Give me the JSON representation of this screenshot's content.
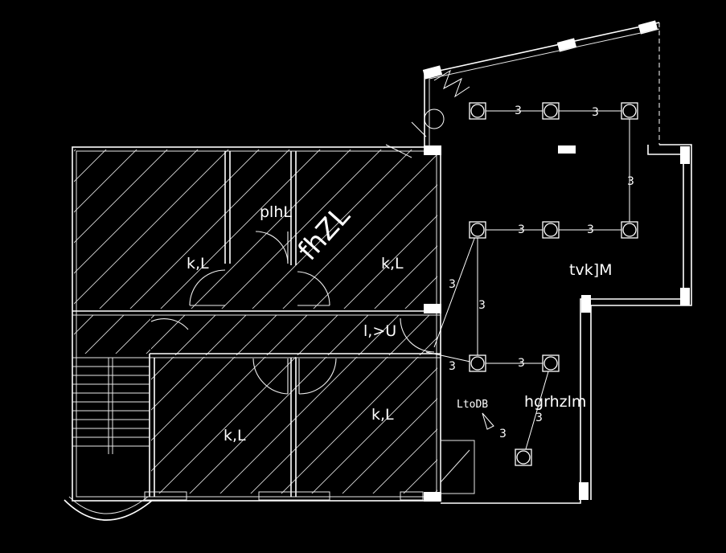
{
  "rooms": [
    {
      "id": "room-top-left",
      "label": "k,L"
    },
    {
      "id": "room-top-center",
      "label": "plhL"
    },
    {
      "id": "room-top-right",
      "label": "k,L"
    },
    {
      "id": "room-bottom-left",
      "label": "k,L"
    },
    {
      "id": "room-bottom-right",
      "label": "k,L"
    },
    {
      "id": "corridor",
      "label": "l,>U"
    },
    {
      "id": "terrace",
      "label": "tvk]M"
    },
    {
      "id": "lawn",
      "label": "hgrhzlm"
    }
  ],
  "annotations": {
    "diagonal_text": "fhZL",
    "distribution_board": "LtoDB"
  },
  "circuit": {
    "label": "3",
    "fixtures": [
      {
        "x": 1,
        "y": 1
      },
      {
        "x": 2,
        "y": 1
      },
      {
        "x": 3,
        "y": 1
      },
      {
        "x": 1,
        "y": 2
      },
      {
        "x": 2,
        "y": 2
      },
      {
        "x": 3,
        "y": 2
      },
      {
        "x": 1,
        "y": 3
      },
      {
        "x": 2,
        "y": 3
      },
      {
        "x": 2,
        "y": 4
      }
    ],
    "wire_labels": [
      "3",
      "3",
      "3",
      "3",
      "3",
      "3",
      "3",
      "3",
      "3",
      "3",
      "3"
    ]
  }
}
